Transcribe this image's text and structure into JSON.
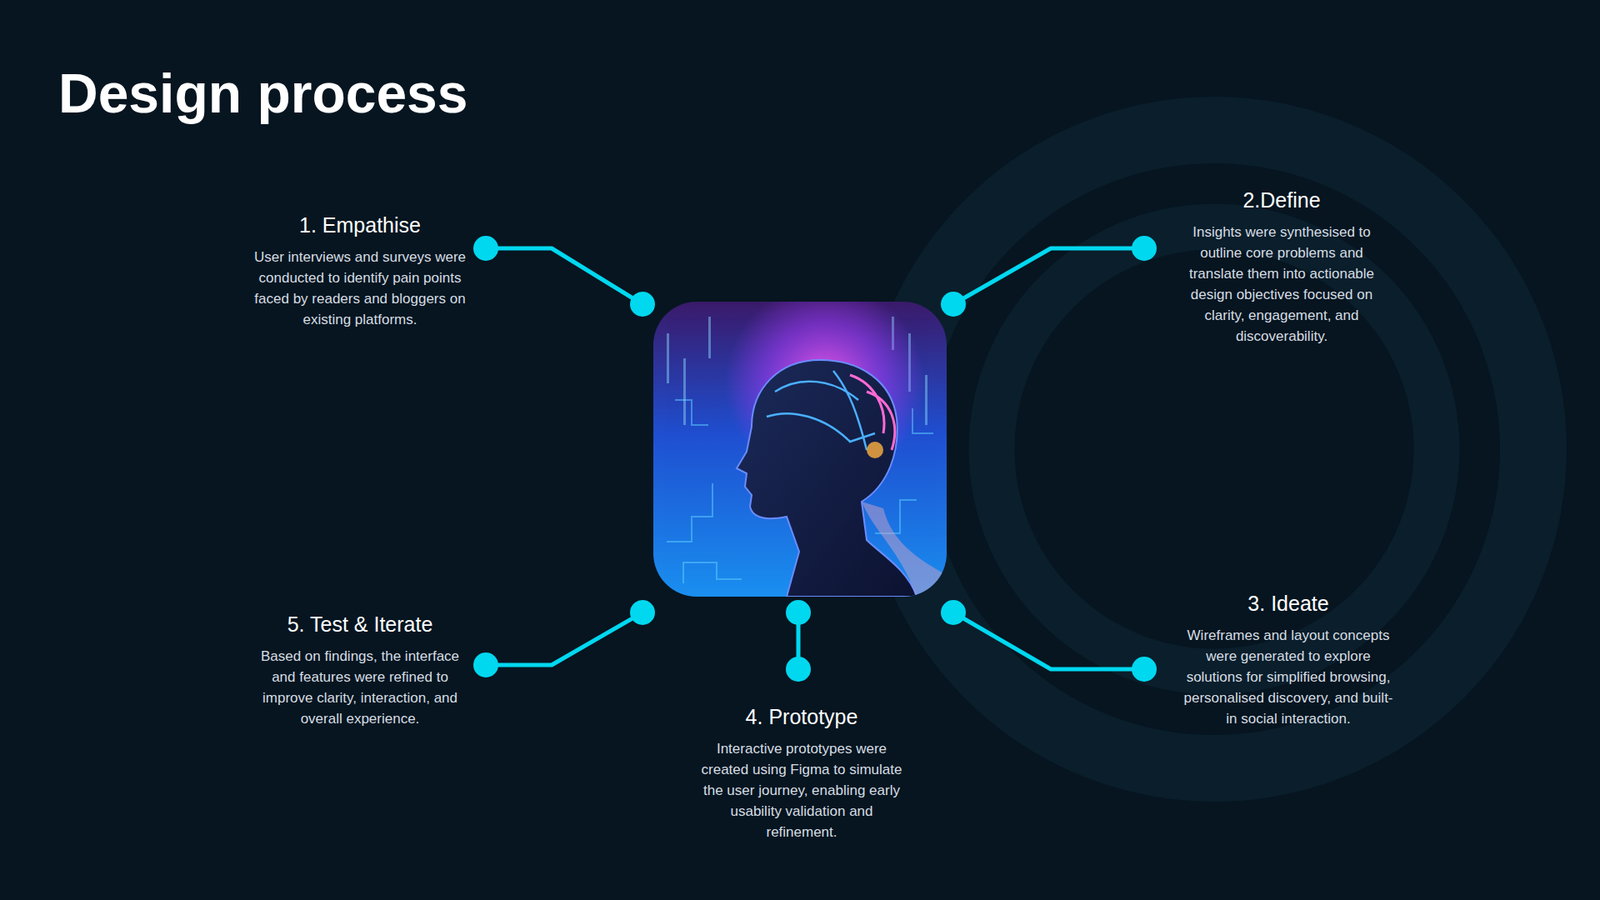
{
  "diagram": {
    "title": "Design process",
    "nodes": [
      {
        "text": [
          "1. Empathise",
          "User interviews and surveys were conducted to identify pain points faced by readers and bloggers on existing platforms."
        ]
      },
      {
        "text": [
          "2.Define",
          "Insights were synthesised to outline core problems and translate them into actionable design objectives focused on clarity, engagement, and discoverability."
        ]
      },
      {
        "text": [
          "3. Ideate",
          "Wireframes and layout concepts were generated to explore solutions for simplified browsing, personalised discovery, and built-in social interaction."
        ]
      },
      {
        "text": [
          "4. Prototype",
          "Interactive prototypes were created using Figma to simulate the user journey, enabling early usability validation and refinement."
        ]
      },
      {
        "text": [
          "5. Test & Iterate",
          "Based on findings, the interface and features were refined to improve clarity, interaction, and overall experience."
        ]
      }
    ]
  }
}
